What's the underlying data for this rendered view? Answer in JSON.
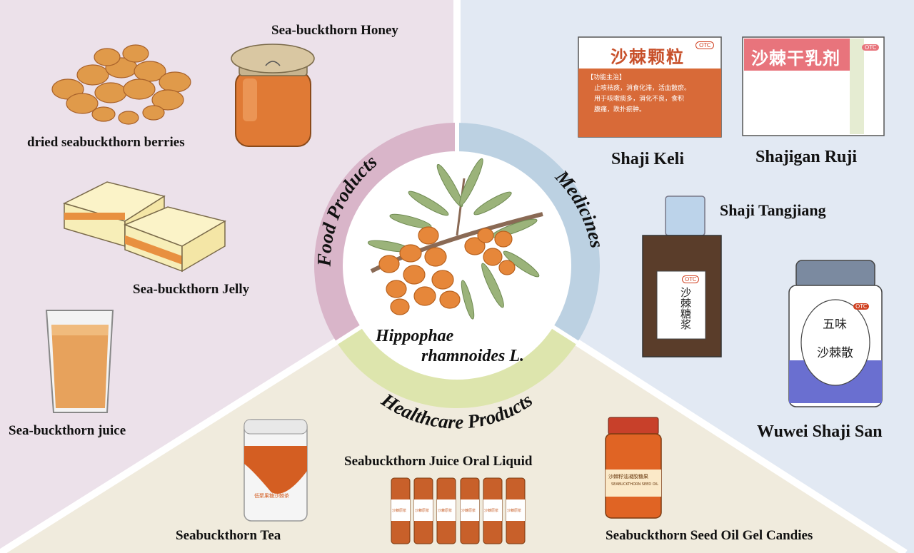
{
  "center": {
    "title_line1": "Hippophae",
    "title_line2": "rhamnoides L."
  },
  "sectors": {
    "food": "Food Products",
    "medicines": "Medicines",
    "healthcare": "Healthcare Products"
  },
  "food_items": {
    "honey": "Sea-buckthorn Honey",
    "berries": "dried seabuckthorn berries",
    "jelly": "Sea-buckthorn Jelly",
    "juice": "Sea-buckthorn juice"
  },
  "medicine_items": {
    "keli": "Shaji Keli",
    "ruji": "Shajigan Ruji",
    "tangjiang": "Shaji Tangjiang",
    "wuwei": "Wuwei Shaji San"
  },
  "healthcare_items": {
    "tea": "Seabuckthorn Tea",
    "oral": "Seabuckthorn Juice Oral Liquid",
    "candies": "Seabuckthorn Seed Oil Gel Candies"
  },
  "packaging": {
    "keli_box_title": "沙棘颗粒",
    "keli_box_badge": "OTC",
    "keli_box_text_heading": "【功能主治】",
    "keli_box_text_1": "止咳祛痰，消食化滞，活血散瘀。",
    "keli_box_text_2": "用于咳嗽痰多，消化不良，食积",
    "keli_box_text_3": "腹痛，跌扑瘀肿。",
    "ruji_box_title": "沙棘干乳剂",
    "ruji_box_badge": "OTC",
    "tangjiang_label": "沙棘糖浆",
    "tangjiang_badge": "OTC",
    "wuwei_label_a": "五味",
    "wuwei_label_b": "沙棘散",
    "wuwei_badge": "OTC",
    "candy_label": "沙棘籽油凝胶糖果",
    "candy_label_en": "SEABUCKTHORN SEED OIL",
    "tea_label": "低聚果糖沙棘茶",
    "vial_label": "沙棘原浆"
  },
  "colors": {
    "food_bg": "#ece1ea",
    "medicine_bg": "#e2e9f3",
    "healthcare_bg": "#f0ebdd",
    "food_ring": "#d9b5c9",
    "medicine_ring": "#bcd1e2",
    "healthcare_ring": "#dde5ad",
    "orange": "#e07a35",
    "dark_orange": "#c95a1e"
  }
}
